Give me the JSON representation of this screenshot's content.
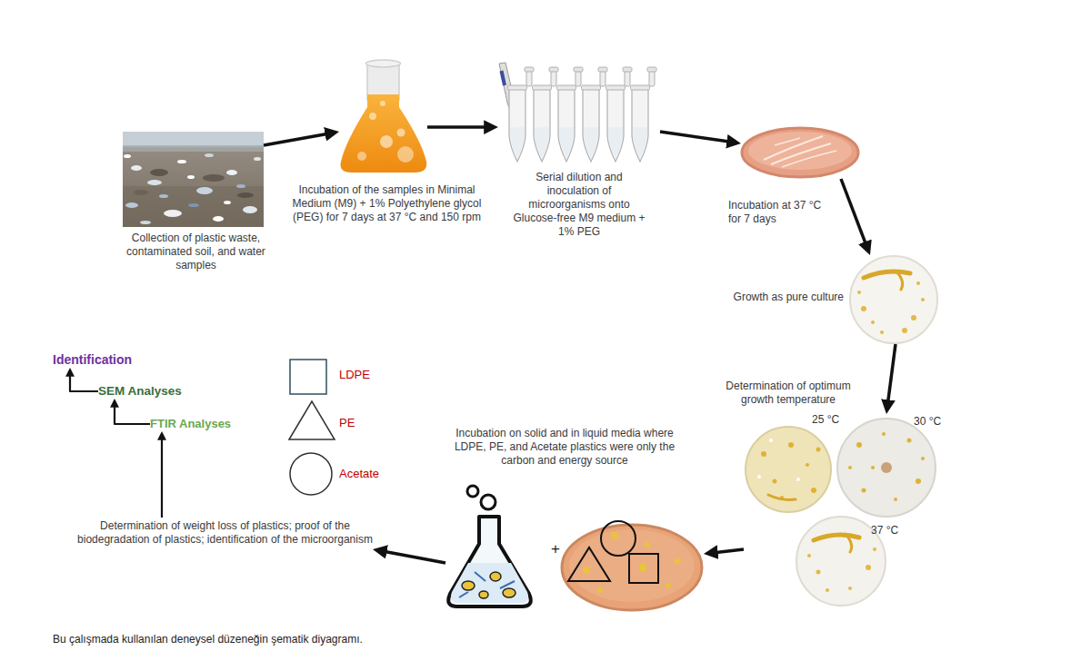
{
  "diagram": {
    "caption": "Bu çalışmada kullanılan deneysel düzeneğin şematik diyagramı.",
    "nodes": [
      {
        "text": [
          "Collection of plastic waste, contaminated soil, and water samples"
        ]
      },
      {
        "text": [
          "Incubation of the samples in Minimal Medium (M9) + 1% Polyethylene glycol (PEG) for 7 days at 37 °C and 150 rpm"
        ]
      },
      {
        "text": [
          "Serial dilution and inoculation of microorganisms onto Glucose-free M9 medium + 1% PEG"
        ]
      },
      {
        "text": [
          "Incubation at 37 °C for 7 days"
        ]
      },
      {
        "text": [
          "Growth as pure culture"
        ]
      },
      {
        "text": [
          "Determination of optimum growth temperature"
        ]
      },
      {
        "text": [
          "Incubation on solid and in liquid media where LDPE, PE, and Acetate plastics were only the carbon and energy source"
        ]
      },
      {
        "text": [
          "Determination of weight loss of plastics; proof of the biodegradation of plastics; identification of the microorganism"
        ]
      },
      {
        "text": [
          "FTIR Analyses"
        ]
      },
      {
        "text": [
          "SEM Analyses"
        ]
      },
      {
        "text": [
          "Identification"
        ]
      }
    ],
    "edges": [
      {
        "from": 0,
        "to": 1,
        "arrow": "to"
      },
      {
        "from": 1,
        "to": 2,
        "arrow": "to"
      },
      {
        "from": 2,
        "to": 3,
        "arrow": "to"
      },
      {
        "from": 3,
        "to": 4,
        "arrow": "to"
      },
      {
        "from": 4,
        "to": 5,
        "arrow": "to"
      },
      {
        "from": 5,
        "to": 6,
        "arrow": "to"
      },
      {
        "from": 6,
        "to": 7,
        "arrow": "to"
      },
      {
        "from": 7,
        "to": 8,
        "arrow": "to"
      },
      {
        "from": 8,
        "to": 9,
        "arrow": "to"
      },
      {
        "from": 9,
        "to": 10,
        "arrow": "to"
      }
    ],
    "labels": [
      "25 °C",
      "30 °C",
      "37 °C",
      "+"
    ],
    "legend": [
      {
        "text": "LDPE"
      },
      {
        "text": "PE"
      },
      {
        "text": "Acetate"
      }
    ]
  }
}
